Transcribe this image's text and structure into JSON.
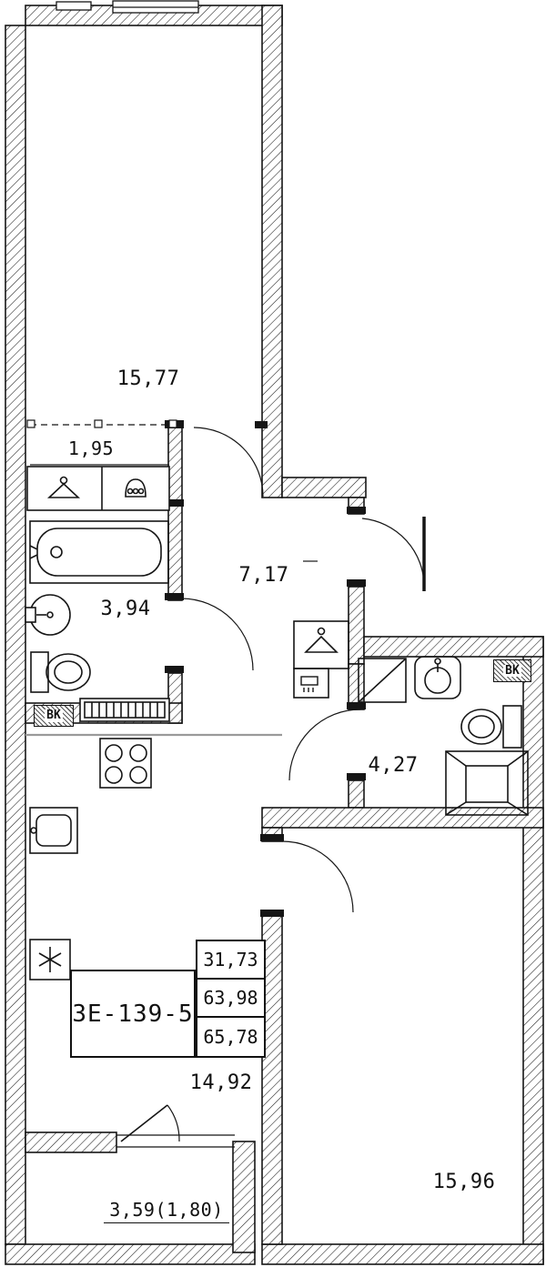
{
  "stamp": {
    "apartment_id": "3Е-139-5",
    "areas_table": [
      "31,73",
      "63,98",
      "65,78"
    ]
  },
  "room_areas": {
    "living_room_top": "15,77",
    "wardrobe_niche": "1,95",
    "hallway": "7,17",
    "bathroom": "3,94",
    "wc": "4,27",
    "kitchen_living": "14,92",
    "bedroom_bottom": "15,96",
    "balcony": "3,59(1,80)"
  },
  "shaft_labels": {
    "left": "ВК",
    "right": "ВК"
  },
  "colors": {
    "line": "#151515",
    "secondary": "#9a9a9a"
  }
}
